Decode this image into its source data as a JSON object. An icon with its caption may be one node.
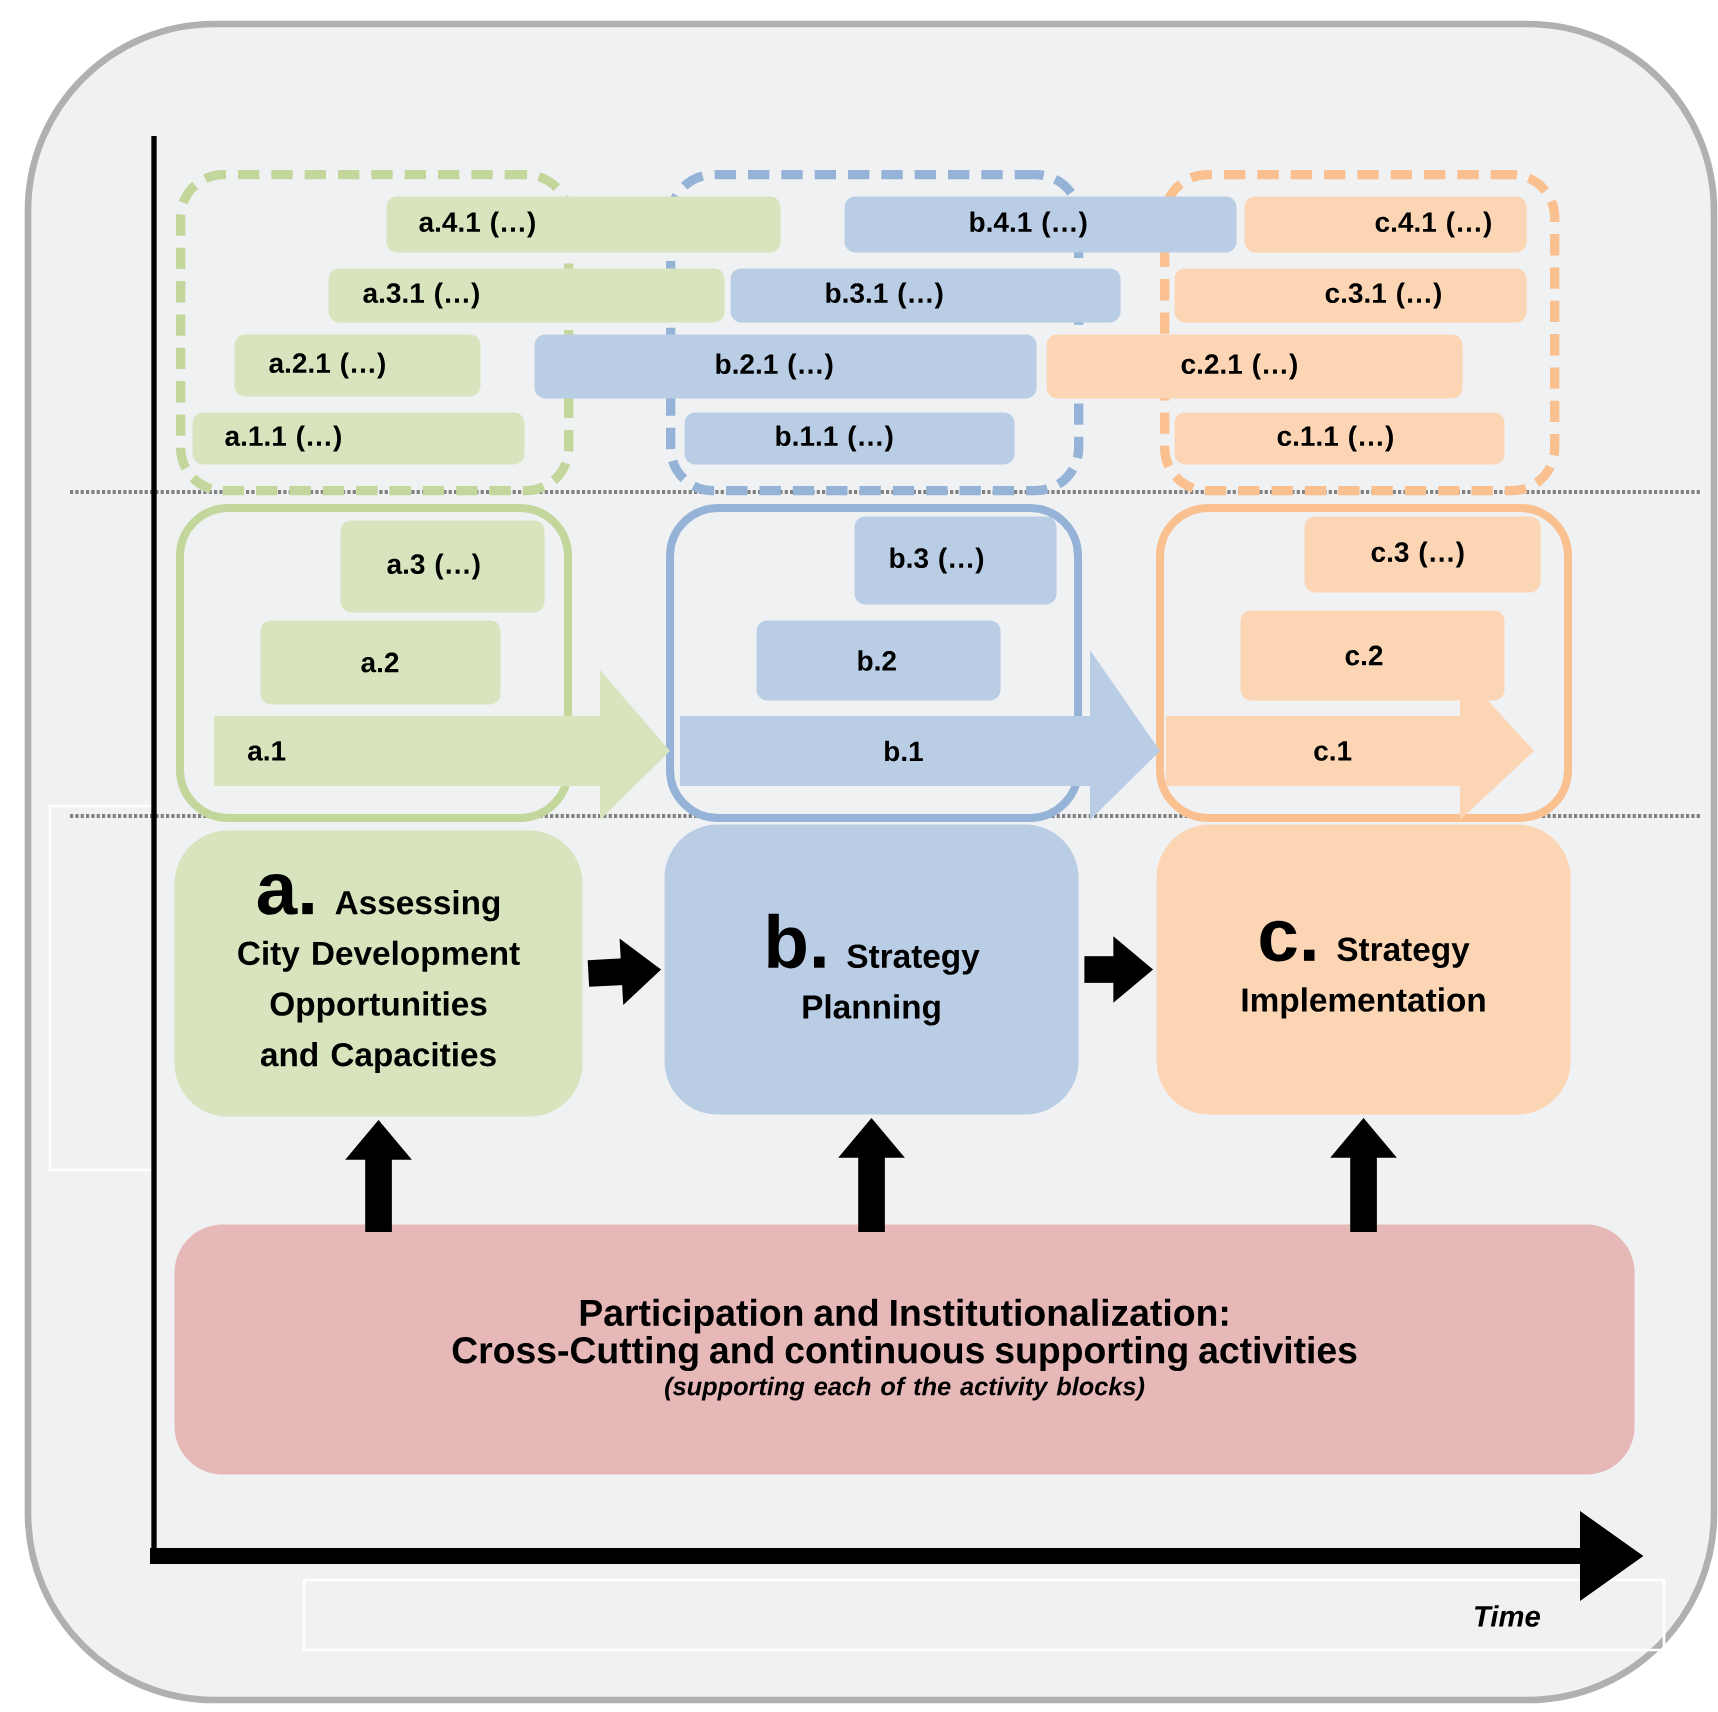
{
  "diagram": {
    "nodes": [
      {
        "text": [],
        "shape": "box"
      },
      {
        "text": [
          "a.4.1 (…)"
        ]
      },
      {
        "text": [
          "a.3.1  (…)"
        ]
      },
      {
        "text": [
          "a.2.1 (…)"
        ],
        "in": 0
      },
      {
        "text": [
          "a.1.1 (…)"
        ],
        "in": 0
      },
      {
        "text": [],
        "shape": "box"
      },
      {
        "text": [
          "b.4.1 (…)"
        ]
      },
      {
        "text": [
          "b.3.1  (…)"
        ]
      },
      {
        "text": [
          "b.2.1 (…)"
        ]
      },
      {
        "text": [
          "b.1.1 (…)"
        ],
        "in": 5
      },
      {
        "text": [],
        "shape": "box"
      },
      {
        "text": [
          "c.4.1 (…)"
        ],
        "in": 10
      },
      {
        "text": [
          "c.3.1  (…)"
        ],
        "in": 10
      },
      {
        "text": [
          "c.2.1 (…)"
        ]
      },
      {
        "text": [
          "c.1.1 (…)"
        ],
        "in": 10
      },
      {
        "text": [],
        "shape": "box"
      },
      {
        "text": [
          "a.3 (…)"
        ],
        "in": 15
      },
      {
        "text": [
          "a.2"
        ],
        "in": 15
      },
      {
        "text": [
          "a.1"
        ]
      },
      {
        "text": [],
        "shape": "box"
      },
      {
        "text": [
          "b.3 (…)"
        ],
        "in": 19
      },
      {
        "text": [
          "b.2"
        ],
        "in": 19
      },
      {
        "text": [
          "b.1"
        ]
      },
      {
        "text": [],
        "shape": "box"
      },
      {
        "text": [
          "c.3 (…)"
        ],
        "in": 23
      },
      {
        "text": [
          "c.2"
        ],
        "in": 23
      },
      {
        "text": [
          "c.1"
        ],
        "in": 23
      },
      {
        "text": [
          "a.",
          "Assessing City Development Opportunities and Capacities"
        ]
      },
      {
        "text": [
          "b.",
          "Strategy Planning"
        ]
      },
      {
        "text": [
          "c.",
          "Strategy Implementation"
        ]
      },
      {
        "text": [
          "Participation and Institutionalization:",
          "Cross-Cutting and continuous supporting activities",
          "(supporting each of the activity blocks)"
        ]
      }
    ],
    "edges": [
      {
        "from": 27,
        "to": 28,
        "arrow": "to"
      },
      {
        "from": 28,
        "to": 29,
        "arrow": "to"
      },
      {
        "from": 30,
        "to": 27,
        "arrow": "to"
      },
      {
        "from": 30,
        "to": 28,
        "arrow": "to"
      },
      {
        "from": 30,
        "to": 29,
        "arrow": "to"
      }
    ],
    "labels": [
      "Time"
    ]
  }
}
